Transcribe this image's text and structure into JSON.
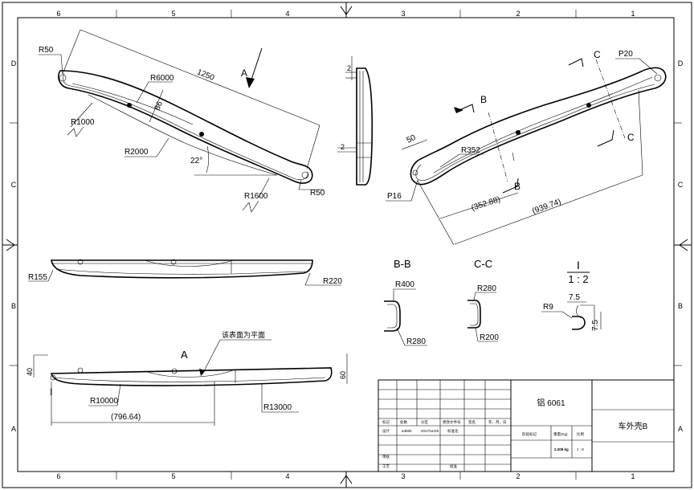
{
  "zones": {
    "columns": [
      "6",
      "5",
      "4",
      "3",
      "2",
      "1"
    ],
    "rows": [
      "D",
      "C",
      "B",
      "A"
    ]
  },
  "top_view": {
    "dims": {
      "r50_left": "R50",
      "length": "1250",
      "r6000": "R6000",
      "width": "86",
      "r1000": "R1000",
      "r2000": "R2000",
      "angle": "22°",
      "r1600": "R1600",
      "r50_right": "R50"
    },
    "view_arrow": "A"
  },
  "side_view": {
    "dim_top": "2",
    "dim_bottom": "2"
  },
  "iso_view": {
    "dims": {
      "section_c_top": "C",
      "p20": "P20",
      "section_b_top": "B",
      "fifty": "50",
      "r352": "R352",
      "p16": "P16",
      "section_b_bottom": "B",
      "section_c_bottom": "C",
      "dim_352": "(352.88)",
      "dim_939": "(939.74)"
    }
  },
  "front_view": {
    "r155": "R155",
    "r220": "R220"
  },
  "sections": {
    "bb_title": "B-B",
    "bb_r400": "R400",
    "bb_r280": "R280",
    "cc_title": "C-C",
    "cc_r280": "R280",
    "cc_r200": "R200",
    "detail_title": "I",
    "detail_scale": "1 : 2",
    "detail_r9": "R9",
    "detail_w": "7.5",
    "detail_h": "7.5"
  },
  "bottom_view": {
    "note": "该表面为平面",
    "view_label": "A",
    "h40": "40",
    "h60": "60",
    "detail_marker": "I",
    "r10000": "R10000",
    "r13000": "R13000",
    "dim_796": "(796.64)"
  },
  "title_block": {
    "material": "铝 6061",
    "part_name": "车外壳B",
    "row_labels": [
      "标记",
      "处数",
      "分区",
      "更改文件号",
      "签名",
      "年、月、日"
    ],
    "designer_label": "设计",
    "designer": "a4b6b",
    "date": "2017/11/29",
    "std_label": "标准化",
    "review_label": "审核",
    "process_label": "工艺",
    "approve_label": "批准",
    "stage_label": "阶段标记",
    "weight_label": "重量(Kg)",
    "scale_label": "比例",
    "weight": "2.209 kg",
    "scale": "1 : 8"
  }
}
